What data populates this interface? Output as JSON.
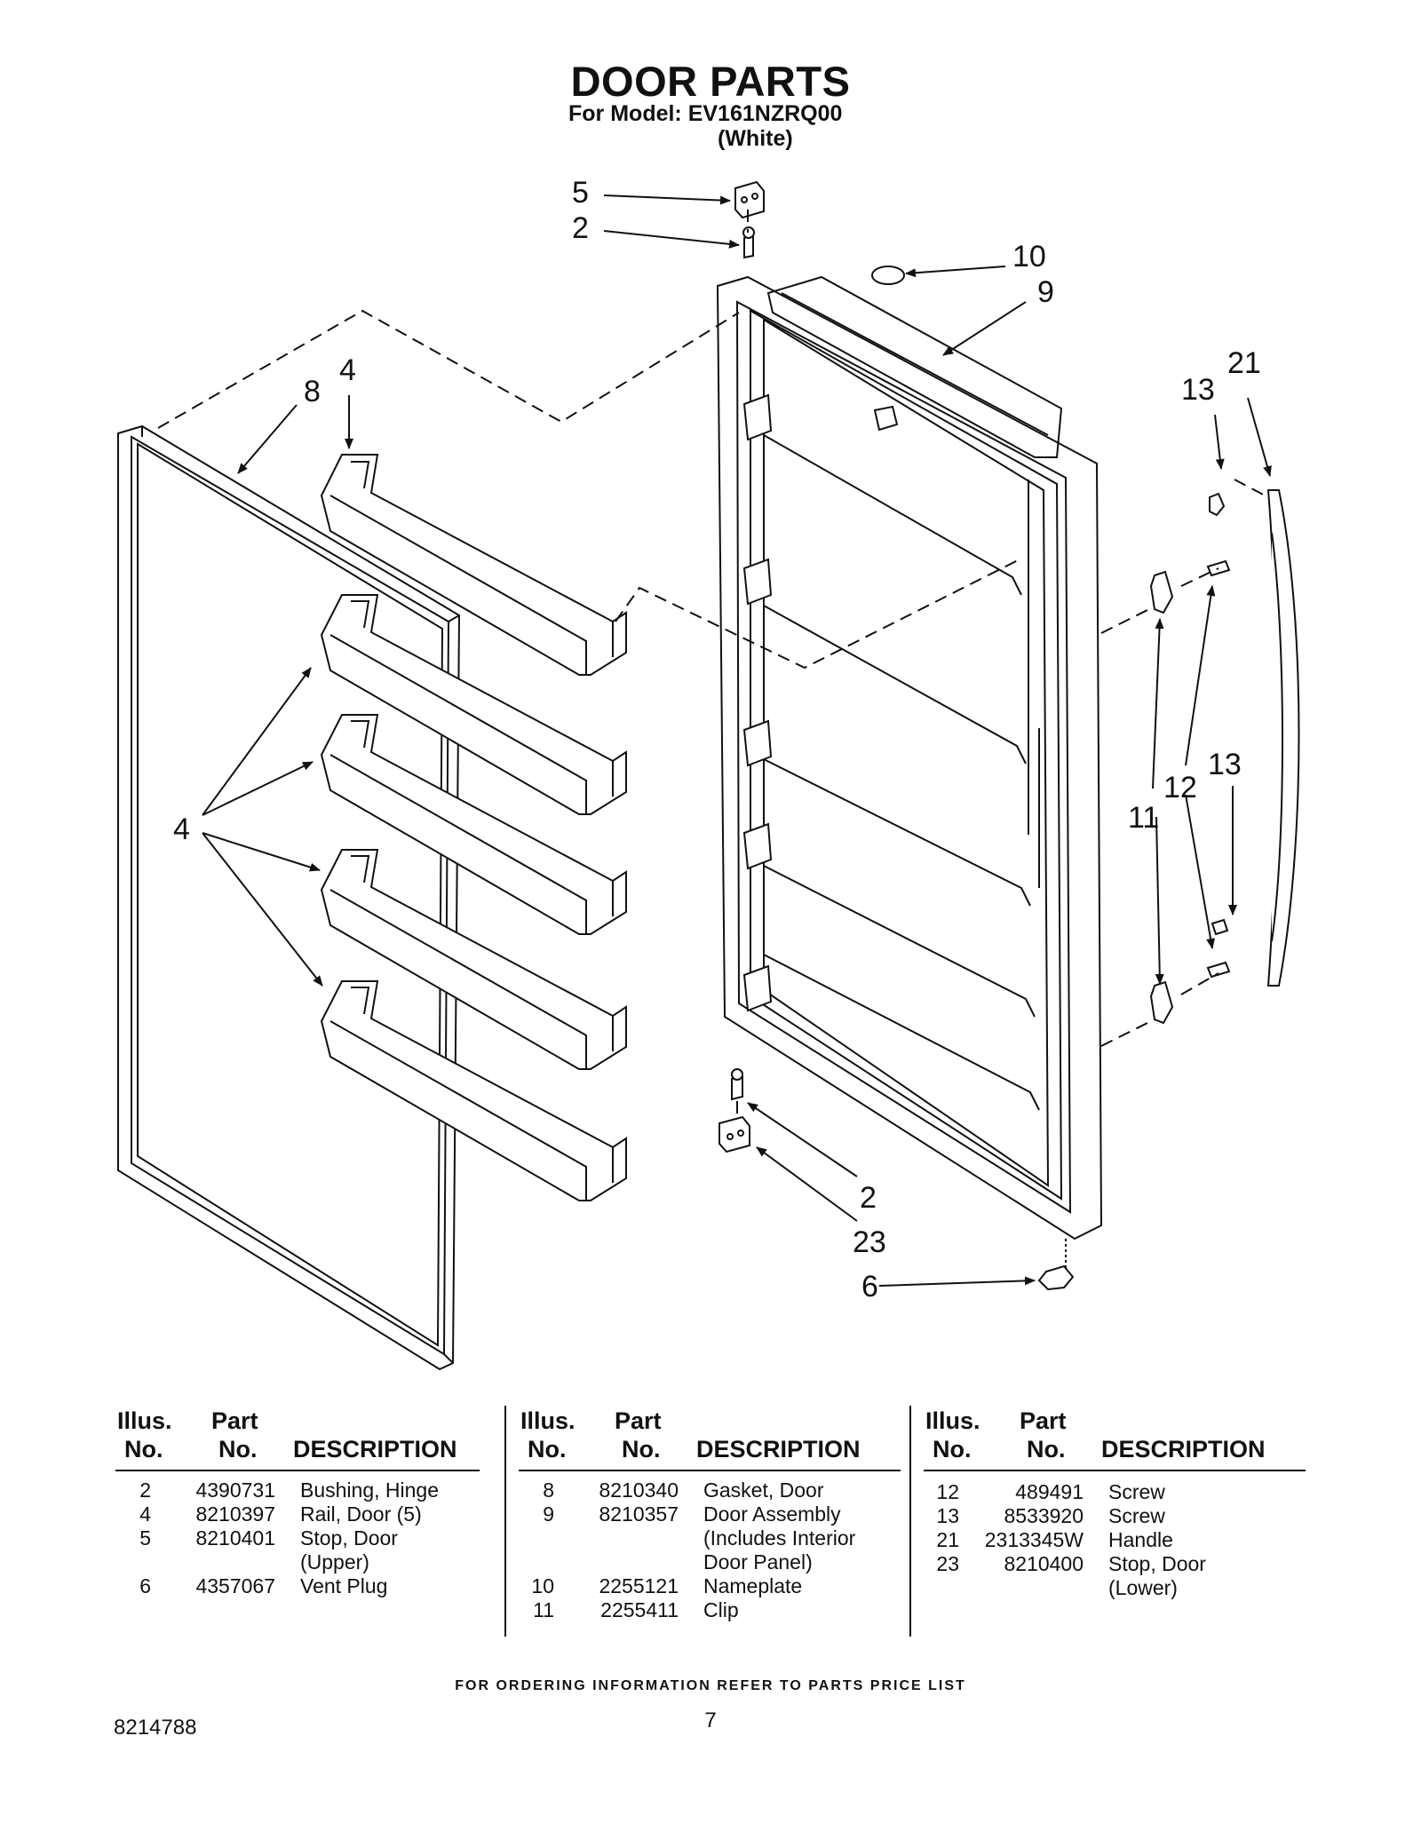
{
  "header": {
    "title": "DOOR PARTS",
    "model_line": "For Model: EV161NZRQ00",
    "color_line": "(White)"
  },
  "callouts": {
    "c5_top": "5",
    "c2_top": "2",
    "c10": "10",
    "c9": "9",
    "c8": "8",
    "c4_top": "4",
    "c13_top": "13",
    "c21": "21",
    "c13_mid": "13",
    "c12": "12",
    "c11": "11",
    "c4_left": "4",
    "c2_bottom": "2",
    "c23": "23",
    "c6": "6"
  },
  "parts_table": {
    "header": {
      "illus": "Illus.",
      "no": "No.",
      "part": "Part",
      "desc": "DESCRIPTION"
    },
    "columns": [
      [
        {
          "illus": "2",
          "part": "4390731",
          "desc": "Bushing, Hinge"
        },
        {
          "illus": "4",
          "part": "8210397",
          "desc": "Rail, Door (5)"
        },
        {
          "illus": "5",
          "part": "8210401",
          "desc": "Stop, Door"
        },
        {
          "illus": "",
          "part": "",
          "desc": "(Upper)"
        },
        {
          "illus": "6",
          "part": "4357067",
          "desc": "Vent Plug"
        }
      ],
      [
        {
          "illus": "8",
          "part": "8210340",
          "desc": "Gasket, Door"
        },
        {
          "illus": "9",
          "part": "8210357",
          "desc": "Door Assembly"
        },
        {
          "illus": "",
          "part": "",
          "desc": "(Includes Interior"
        },
        {
          "illus": "",
          "part": "",
          "desc": "Door Panel)"
        },
        {
          "illus": "10",
          "part": "2255121",
          "desc": "Nameplate"
        },
        {
          "illus": "11",
          "part": "2255411",
          "desc": "Clip"
        }
      ],
      [
        {
          "illus": "12",
          "part": "489491",
          "desc": "Screw"
        },
        {
          "illus": "13",
          "part": "8533920",
          "desc": "Screw"
        },
        {
          "illus": "21",
          "part": "2313345W",
          "desc": "Handle"
        },
        {
          "illus": "23",
          "part": "8210400",
          "desc": "Stop, Door"
        },
        {
          "illus": "",
          "part": "",
          "desc": "(Lower)"
        }
      ]
    ]
  },
  "footer": {
    "note": "FOR ORDERING INFORMATION REFER TO PARTS PRICE LIST",
    "doc_number": "8214788",
    "page_number": "7"
  }
}
